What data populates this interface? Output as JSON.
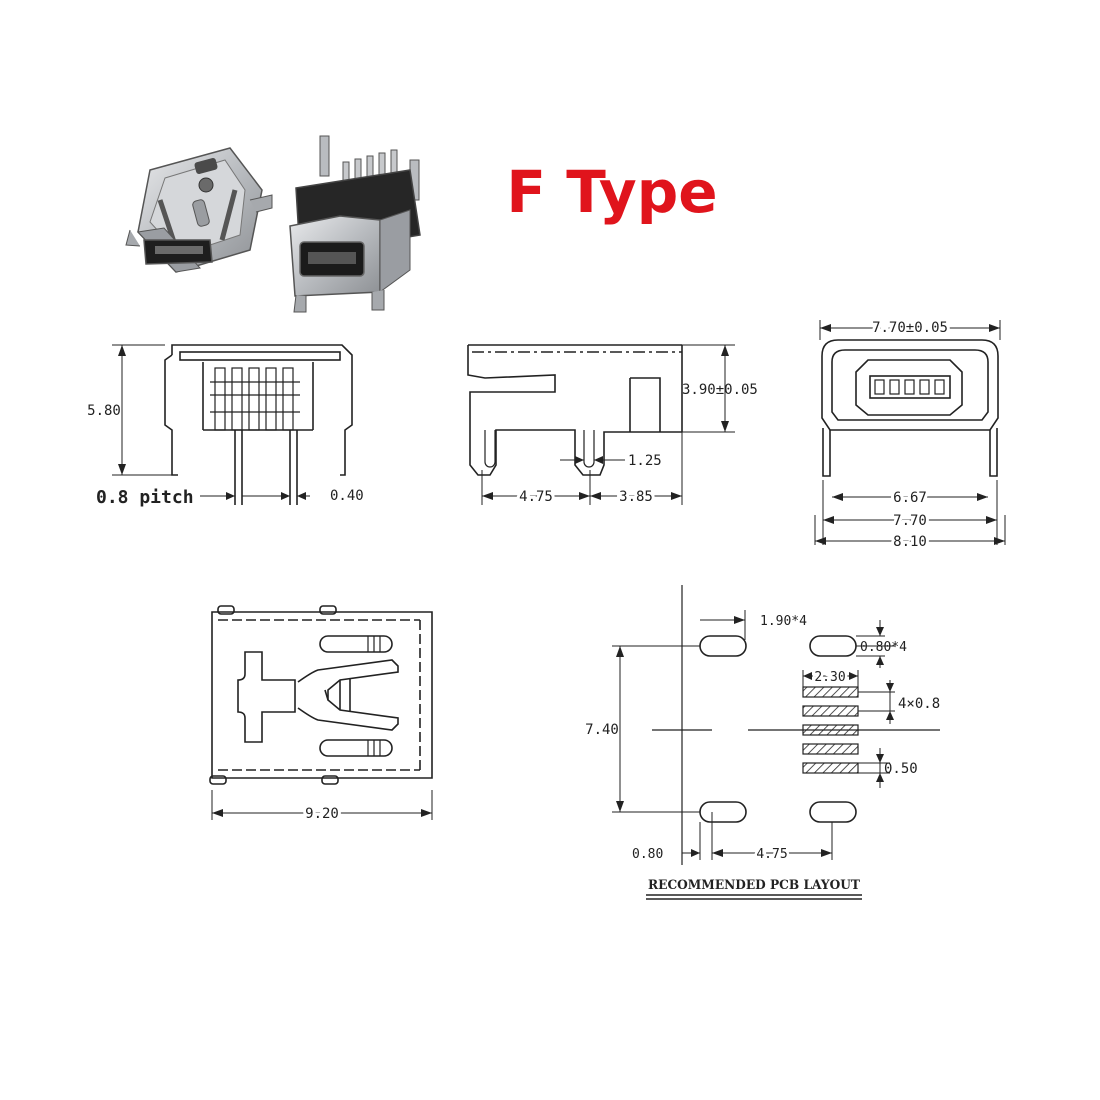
{
  "title": "F Type",
  "colors": {
    "title": "#e0141c",
    "line": "#222222",
    "metal": "#b9bcc0",
    "plastic": "#262626"
  },
  "photos": [
    {
      "name": "connector-photo-top-view"
    },
    {
      "name": "connector-photo-front-view"
    }
  ],
  "front_view": {
    "height_label": "5.80",
    "pitch_label": "0.8 pitch",
    "pin_width_label": "0.40"
  },
  "side_view": {
    "height_label": "3.90±0.05",
    "slot_label": "1.25",
    "dim_a_label": "4.75",
    "dim_b_label": "3.85"
  },
  "end_view": {
    "top_width_label": "7.70±0.05",
    "inner_width_label": "6.67",
    "body_width_label": "7.70",
    "overall_width_label": "8.10"
  },
  "top_view": {
    "length_label": "9.20"
  },
  "pcb_layout": {
    "slot_length_label": "1.90*4",
    "slot_width_label": "0.80*4",
    "pad_length_label": "2.30",
    "pitch_label": "4×0.8",
    "height_label": "7.40",
    "pad_width_label": "0.50",
    "offset_label": "0.80",
    "spacing_label": "4.75",
    "caption": "RECOMMENDED PCB LAYOUT"
  }
}
